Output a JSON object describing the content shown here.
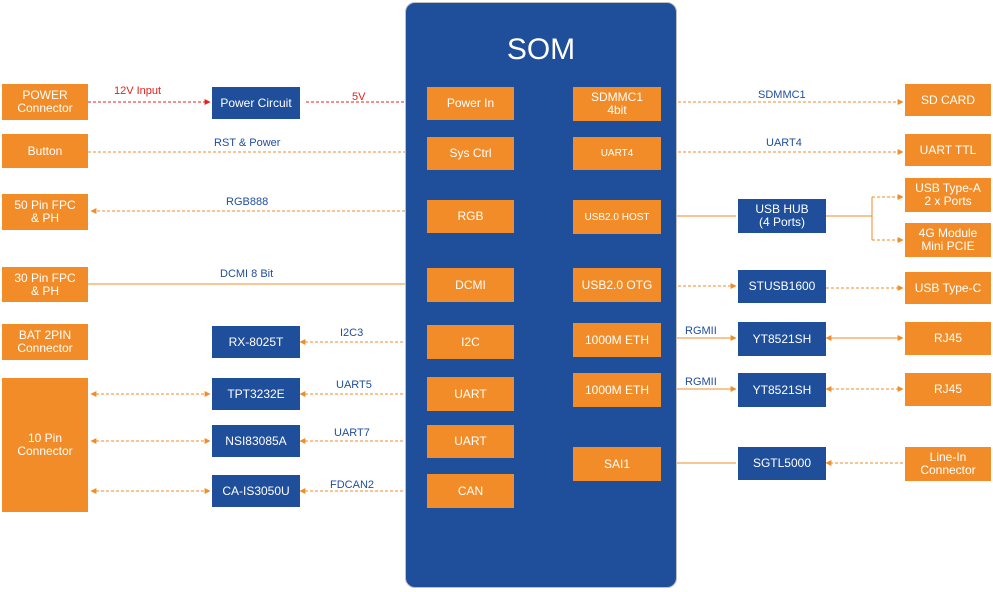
{
  "som": {
    "title": "SOM"
  },
  "left_connectors": {
    "power": "POWER\nConnector",
    "button": "Button",
    "fpc50": "50 Pin FPC\n& PH",
    "fpc30": "30 Pin FPC\n& PH",
    "bat": "BAT 2PIN\nConnector",
    "pin10": "10 Pin\nConnector"
  },
  "left_chips": {
    "power_circuit": "Power Circuit",
    "rtc": "RX-8025T",
    "rs232": "TPT3232E",
    "rs485": "NSI83085A",
    "can": "CA-IS3050U"
  },
  "som_ports_left": {
    "power_in": "Power In",
    "sys_ctrl": "Sys Ctrl",
    "rgb": "RGB",
    "dcmi": "DCMI",
    "i2c": "I2C",
    "uart1": "UART",
    "uart2": "UART",
    "can": "CAN"
  },
  "som_ports_right": {
    "sdmmc": "SDMMC1\n4bit",
    "uart4": "UART4",
    "usb_host": "USB2.0 HOST",
    "usb_otg": "USB2.0 OTG",
    "eth1": "1000M ETH",
    "eth2": "1000M ETH",
    "sai": "SAI1"
  },
  "right_chips": {
    "usb_hub": "USB HUB\n(4 Ports)",
    "stusb": "STUSB1600",
    "phy1": "YT8521SH",
    "phy2": "YT8521SH",
    "codec": "SGTL5000"
  },
  "right_connectors": {
    "sd_card": "SD CARD",
    "uart_ttl": "UART TTL",
    "usb_a": "USB Type-A\n2 x Ports",
    "pcie": "4G Module\nMini PCIE",
    "usb_c": "USB Type-C",
    "rj45_1": "RJ45",
    "rj45_2": "RJ45",
    "line_in": "Line-In\nConnector"
  },
  "signals": {
    "v12": "12V Input",
    "v5": "5V",
    "rst": "RST & Power",
    "rgb": "RGB888",
    "dcmi": "DCMI 8 Bit",
    "i2c": "I2C3",
    "uart5": "UART5",
    "uart7": "UART7",
    "can": "FDCAN2",
    "sdmmc": "SDMMC1",
    "uart4": "UART4",
    "rgmii1": "RGMII",
    "rgmii2": "RGMII"
  }
}
